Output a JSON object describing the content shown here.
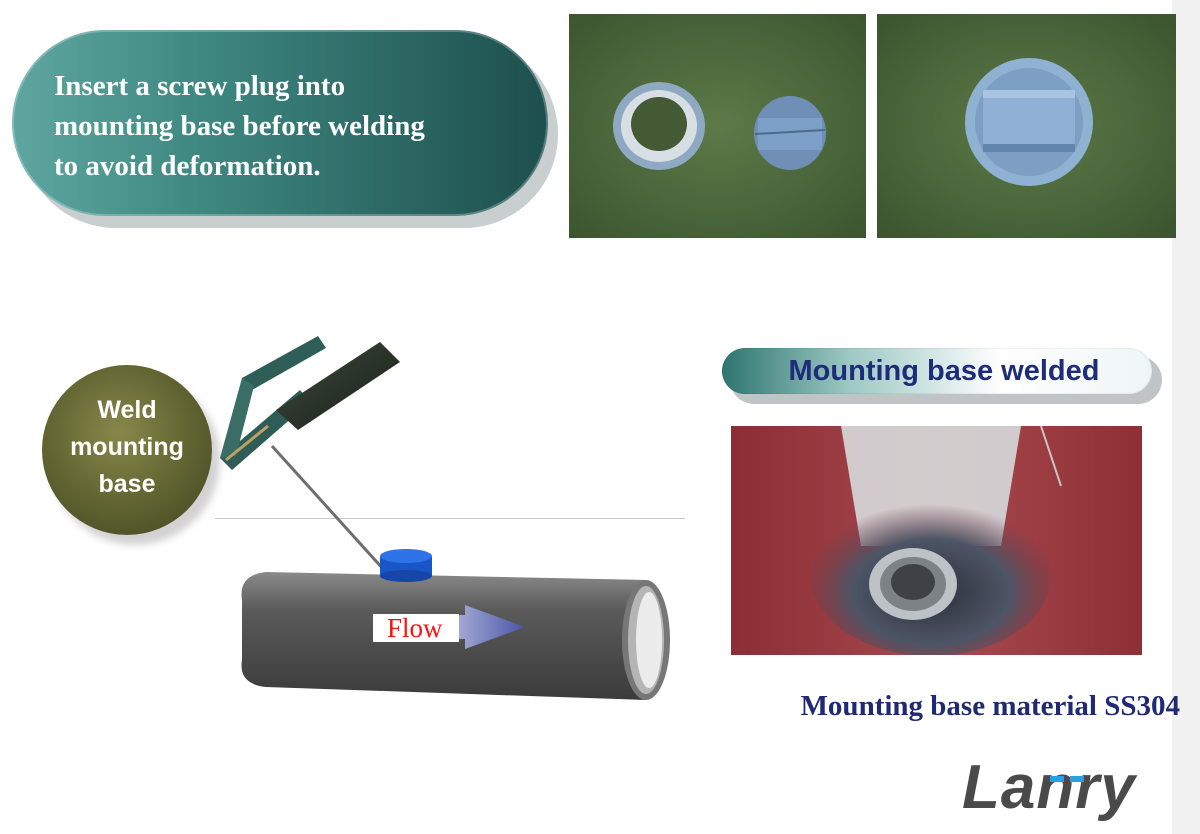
{
  "intro": {
    "lines": [
      "Insert a screw plug into",
      "mounting base before welding",
      "to avoid  deformation."
    ]
  },
  "weld_bubble": {
    "lines": [
      "Weld",
      "mounting",
      "base"
    ]
  },
  "pipe": {
    "flow_label": "Flow"
  },
  "welded_header": "Mounting base welded",
  "material_text": "Mounting base material SS304",
  "logo": {
    "text": "Lanry"
  },
  "colors": {
    "teal_dark": "#1d4f4d",
    "teal_light": "#5fa6a0",
    "navy_text": "#1f2a73",
    "olive": "#5f6230",
    "flow_red": "#ff1010",
    "plug_blue": "#1a55c8"
  }
}
